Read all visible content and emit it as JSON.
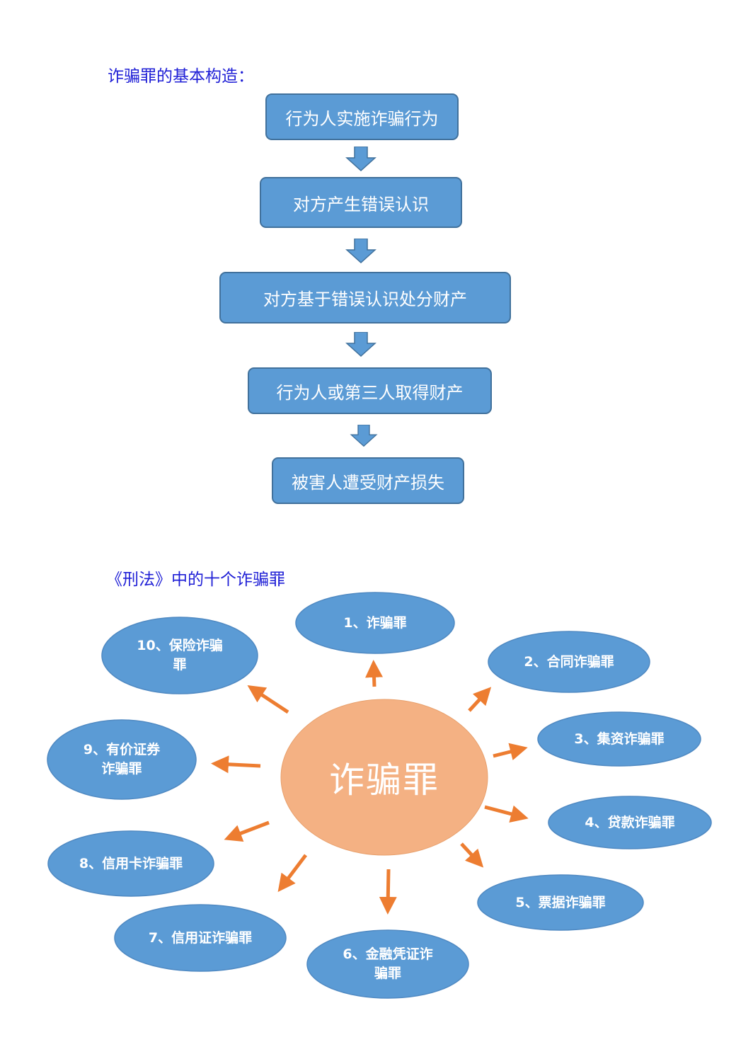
{
  "section1": {
    "heading": "诈骗罪的基本构造：",
    "steps": [
      "行为人实施诈骗行为",
      "对方产生错误认识",
      "对方基于错误认识处分财产",
      "行为人或第三人取得财产",
      "被害人遭受财产损失"
    ]
  },
  "section2": {
    "heading": "《刑法》中的十个诈骗罪",
    "center": "诈骗罪",
    "crimes": [
      "1、诈骗罪",
      "2、合同诈骗罪",
      "3、集资诈骗罪",
      "4、贷款诈骗罪",
      "5、票据诈骗罪",
      "6、金融凭证诈骗罪",
      "7、信用证诈骗罪",
      "8、信用卡诈骗罪",
      "9、有价证券诈骗罪",
      "10、保险诈骗罪"
    ]
  },
  "colors": {
    "heading": "#1f1fd6",
    "box_fill": "#5b9bd5",
    "box_border": "#41719c",
    "center_fill": "#f4b183",
    "arrow": "#ed7d31"
  }
}
